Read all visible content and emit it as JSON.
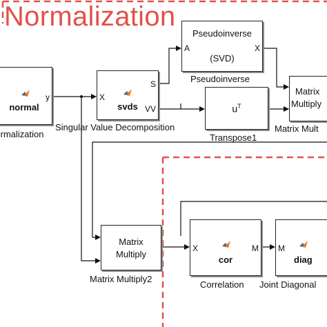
{
  "title": "Normalization",
  "blocks": {
    "normal": {
      "name": "normal",
      "out_port": "y",
      "caption": "Normalization"
    },
    "svds": {
      "name": "svds",
      "in_port": "X",
      "out_port_s": "S",
      "out_port_v": "VV",
      "caption": "Singular Value Decomposition"
    },
    "pinv": {
      "name": "Pseudoinverse",
      "sub": "(SVD)",
      "in_port": "A",
      "out_port": "X",
      "caption": "Pseudoinverse"
    },
    "transpose": {
      "name": "u",
      "sup": "T",
      "caption": "Transpose1"
    },
    "mm_top": {
      "name_line1": "Matrix",
      "name_line2": "Multiply",
      "caption": "Matrix Mult"
    },
    "mm2": {
      "name_line1": "Matrix",
      "name_line2": "Multiply",
      "caption": "Matrix Multiply2"
    },
    "cor": {
      "name": "cor",
      "in_port": "X",
      "out_port": "M",
      "caption": "Correlation"
    },
    "diag": {
      "name": "diag",
      "in_port": "M",
      "caption": "Joint Diagonal"
    }
  },
  "colors": {
    "accent": "#e0524a",
    "matlab_orange": "#e87a1e",
    "matlab_blue": "#2d6db5"
  }
}
